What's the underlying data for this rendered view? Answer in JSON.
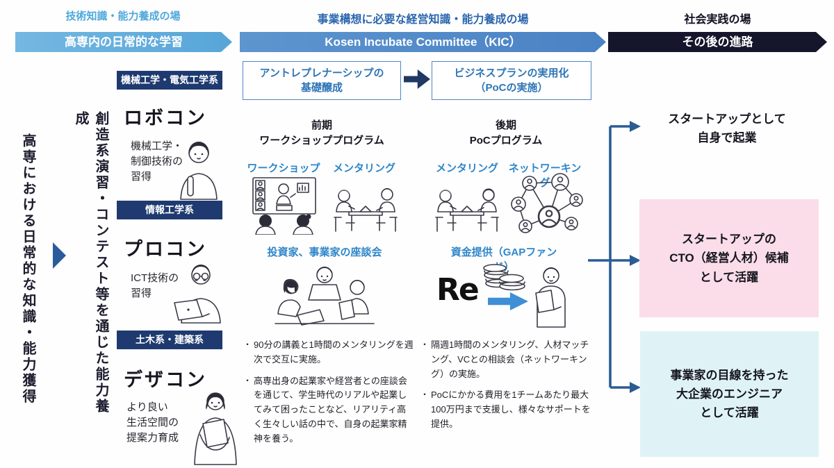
{
  "phases": [
    {
      "header": "技術知識・能力養成の場",
      "banner": "高専内の日常的な学習"
    },
    {
      "header": "事業構想に必要な経営知識・能力養成の場",
      "banner": "Kosen Incubate Committee（KIC）"
    },
    {
      "header": "社会実践の場",
      "banner": "その後の進路"
    }
  ],
  "left_rail": {
    "daily_acquisition": "高専における日常的な知識・能力獲得",
    "creative_training": "創造系演習・コンテスト等を通じた能力養成"
  },
  "contests": [
    {
      "badge": "機械工学・電気工学系",
      "title": "ロボコン",
      "desc": "機械工学・\n制御技術の\n習得"
    },
    {
      "badge": "情報工学系",
      "title": "プロコン",
      "desc": "ICT技術の\n習得"
    },
    {
      "badge": "土木系・建築系",
      "title": "デザコン",
      "desc": "より良い\n生活空間の\n提案力育成"
    }
  ],
  "kic": {
    "flow_box_1": "アントレプレナーシップの\n基礎醸成",
    "flow_box_2": "ビジネスプランの実用化\n（PoCの実施）",
    "first_term": {
      "period": "前期",
      "program": "ワークショッププログラム",
      "activity_1": "ワークショップ",
      "activity_2": "メンタリング",
      "feature": "投資家、事業家の座談会",
      "bullets": [
        "90分の講義と1時間のメンタリングを週次で交互に実施。",
        "高専出身の起業家や経営者との座談会を通じて、学生時代のリアルや起業してみて困ったことなど、リアリティ高く生々しい話の中で、自身の起業家精神を養う。"
      ]
    },
    "second_term": {
      "period": "後期",
      "program": "PoCプログラム",
      "activity_1": "メンタリング",
      "activity_2": "ネットワーキング",
      "feature": "資金提供（GAPファンド）",
      "logo_text": "Re",
      "bullets": [
        "隔週1時間のメンタリング、人材マッチング、VCとの相談会（ネットワーキング）の実施。",
        "PoCにかかる費用を1チームあたり最大100万円まで支援し、様々なサポートを提供。"
      ]
    }
  },
  "outcomes": [
    {
      "label": "スタートアップとして\n自身で起業"
    },
    {
      "label": "スタートアップの\nCTO（経営人材）候補\nとして活躍"
    },
    {
      "label": "事業家の目線を持った\n大企業のエンジニア\nとして活躍"
    }
  ],
  "icons": {
    "rail_arrow": "right-triangle-arrow",
    "flow_arrow": "block-right-arrow",
    "fund_arrow": "block-right-arrow",
    "branch_arrows": "three-way-branch-arrow",
    "contest_illustrations": [
      "student-with-backpack",
      "student-with-laptop",
      "student-with-portfolio"
    ],
    "program_illustrations": [
      "workshop-screen-scene",
      "mentoring-table-scene",
      "mentoring-table-scene",
      "people-network-graph",
      "roundtable-discussion-scene",
      "coins-and-funding-scene"
    ]
  },
  "colors": {
    "phase1_accent": "#57a5d8",
    "phase2_accent": "#4a82c4",
    "phase3_accent": "#15152b",
    "badge_navy": "#1e3a70",
    "label_blue": "#2e86c9",
    "arrow_navy": "#1f3864",
    "branch_blue": "#2b5c94",
    "outcome_pink_bg": "#fadde8",
    "outcome_cyan_bg": "#dff3f6"
  }
}
